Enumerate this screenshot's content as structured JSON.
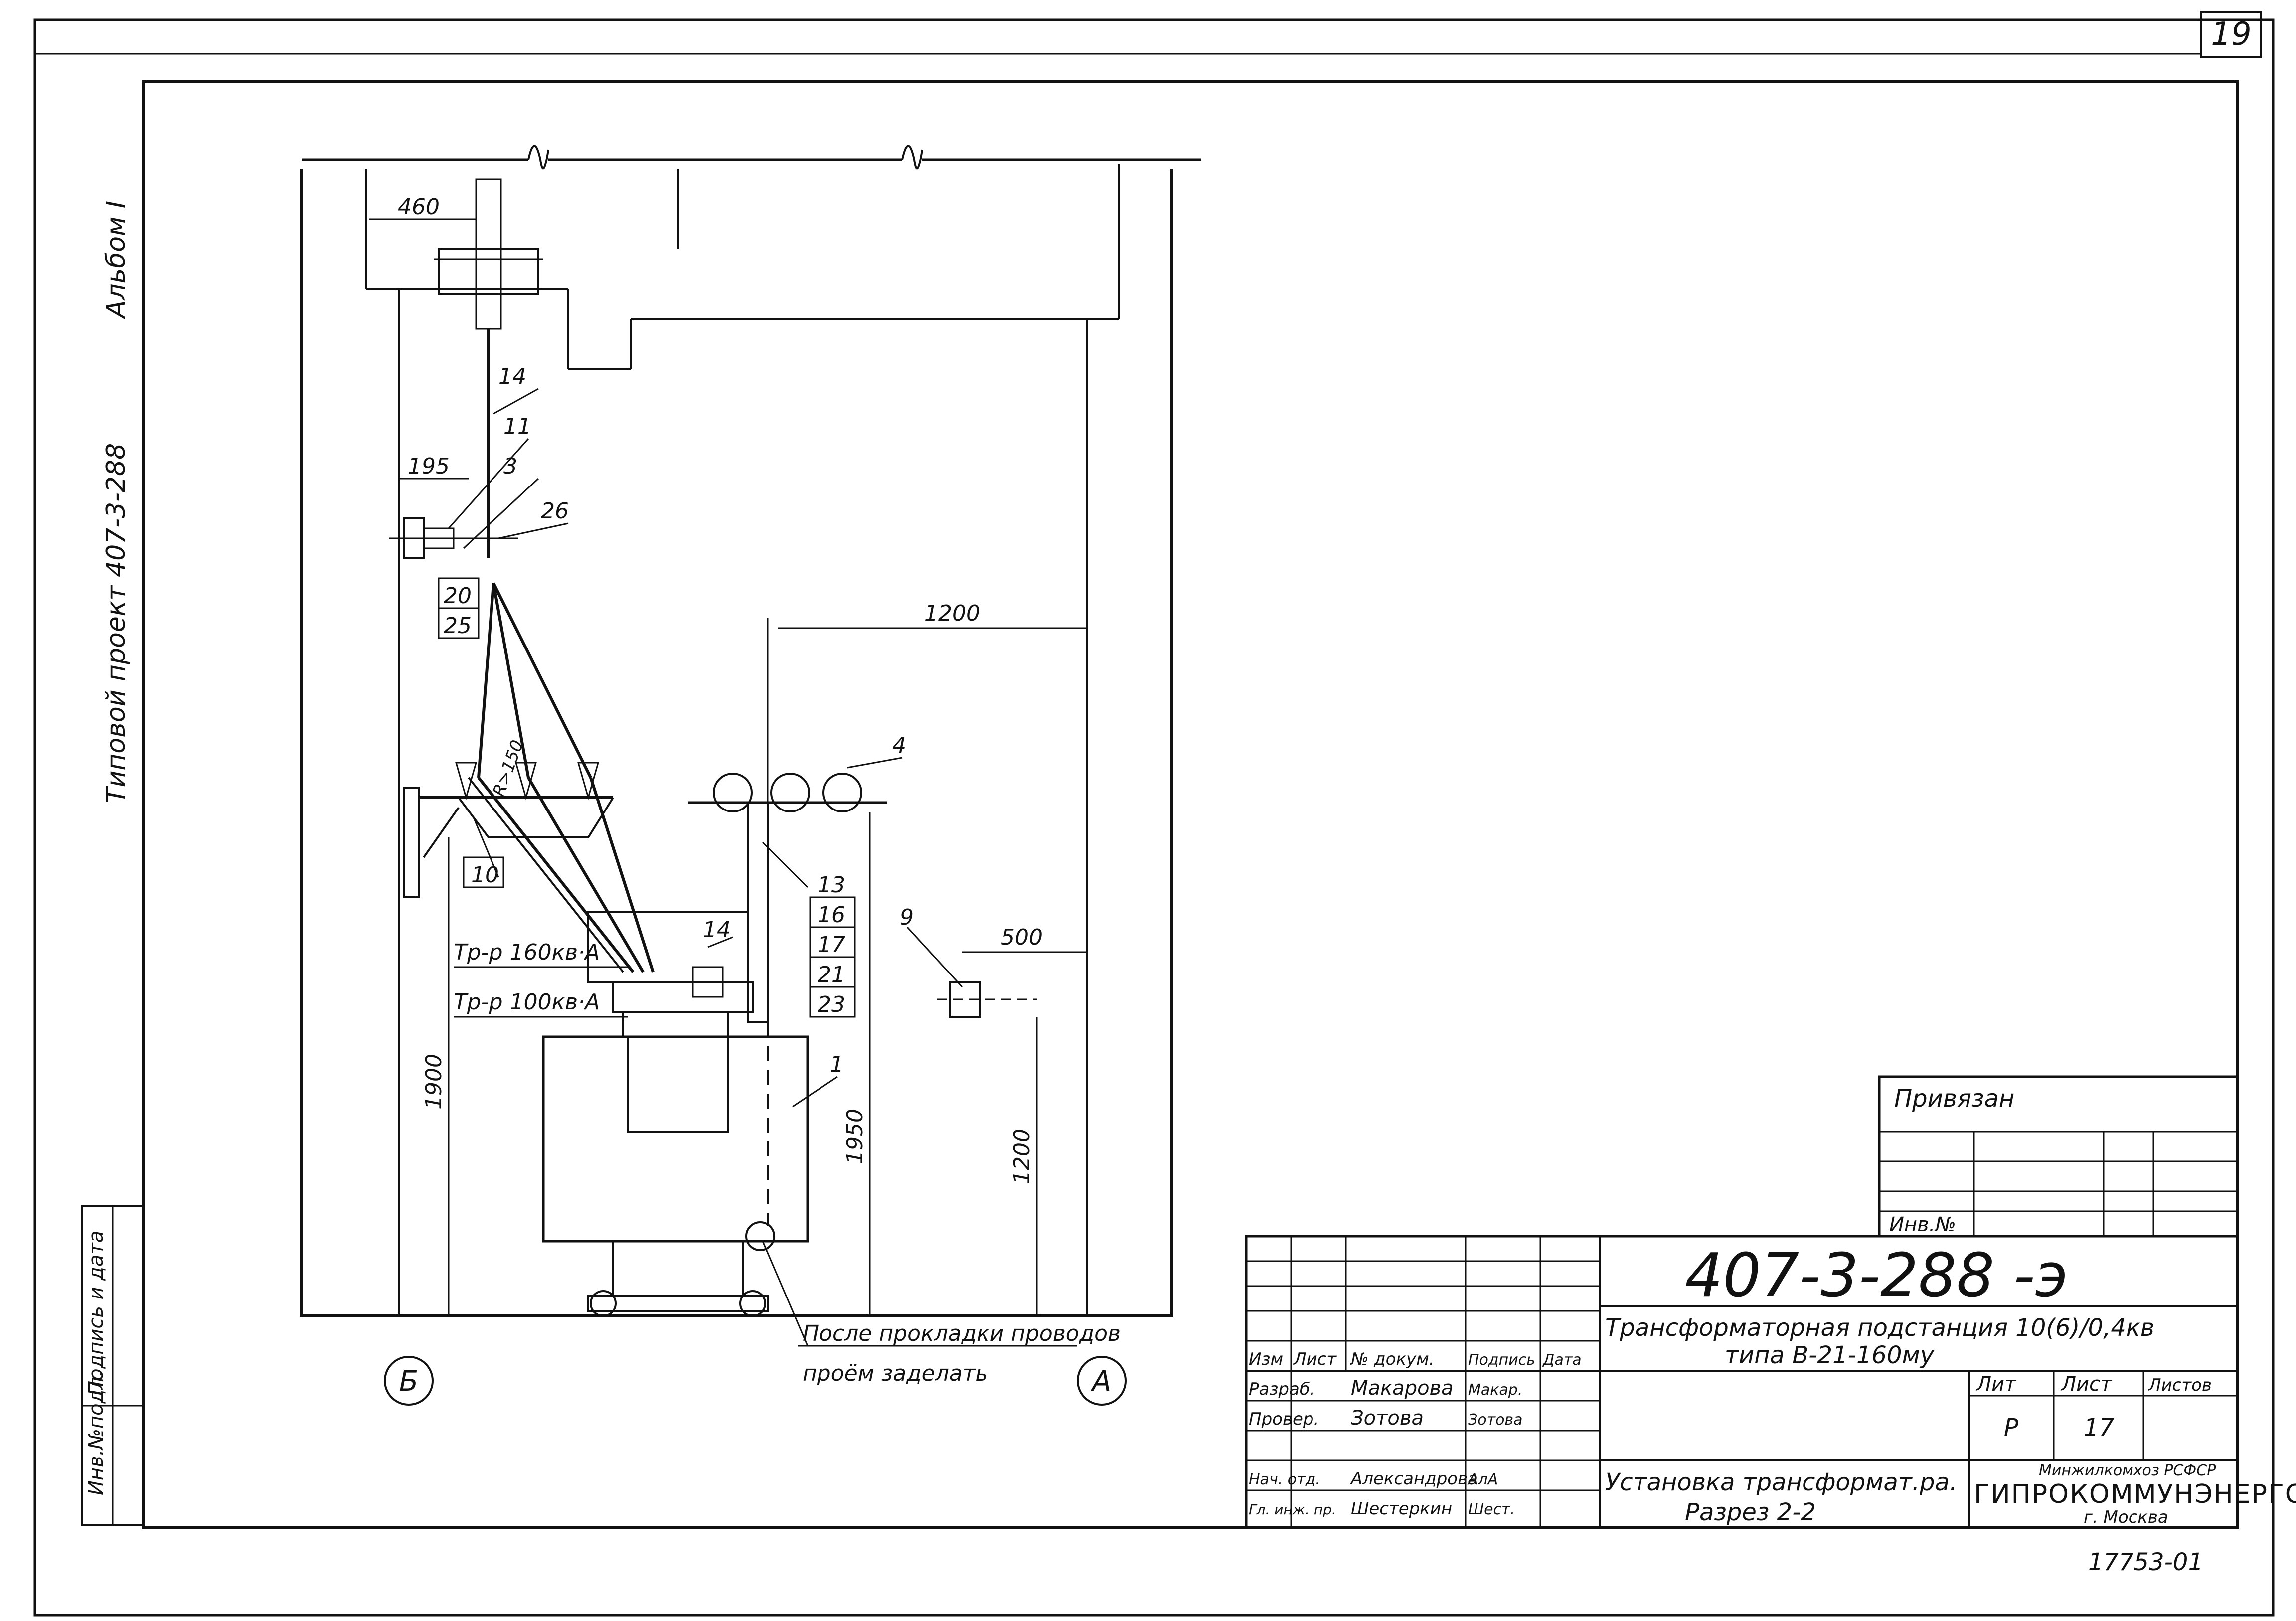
{
  "sheet": {
    "page_number": "19",
    "album": "Альбом I",
    "project": "Типовой проект 407-3-288",
    "footer_code": "17753-01"
  },
  "left_stamp": {
    "inv_label": "Инв.№подл.",
    "sign_label": "Подпись и дата"
  },
  "binding": {
    "title": "Привязан",
    "inv_label": "Инв.№"
  },
  "title_block": {
    "doc_code": "407-3-288 -э",
    "description_line1": "Трансформаторная подстанция 10(6)/0,4кв",
    "description_line2": "типа В-21-160му",
    "headers": [
      "Изм",
      "Лист",
      "№ докум.",
      "Подпись",
      "Дата"
    ],
    "rows": [
      {
        "role": "Разраб.",
        "name": "Макарова",
        "sign": "Макар."
      },
      {
        "role": "Провер.",
        "name": "Зотова",
        "sign": "Зотова"
      },
      {
        "role": "Нач. отд.",
        "name": "Александрова",
        "sign": "АлА"
      },
      {
        "role": "Гл. инж. пр.",
        "name": "Шестеркин",
        "sign": "Шест."
      }
    ],
    "lit_label": "Лит",
    "list_label": "Лист",
    "lists_label": "Листов",
    "lit_value": "Р",
    "list_value": "17",
    "drawing_title_line1": "Установка трансформат.ра.",
    "drawing_title_line2": "Разрез 2-2",
    "ministry": "Минжилкомхоз РСФСР",
    "org": "ГИПРОКОММУНЭНЕРГО",
    "city": "г. Москва"
  },
  "drawing": {
    "axis_left": "Б",
    "axis_right": "А",
    "dim_460": "460",
    "dim_195": "195",
    "dim_1200_top": "1200",
    "dim_500": "500",
    "dim_1900": "1900",
    "dim_1950": "1950",
    "dim_1200_vert": "1200",
    "radius_label": "R>150",
    "callouts": [
      "14",
      "11",
      "3",
      "26",
      "20",
      "25",
      "4",
      "10",
      "13",
      "16",
      "17",
      "21",
      "23",
      "9",
      "14",
      "1"
    ],
    "label_160": "Тр-р 160кв·А",
    "label_100": "Тр-р 100кв·А",
    "note_line1": "После прокладки проводов",
    "note_line2": "проём заделать"
  }
}
